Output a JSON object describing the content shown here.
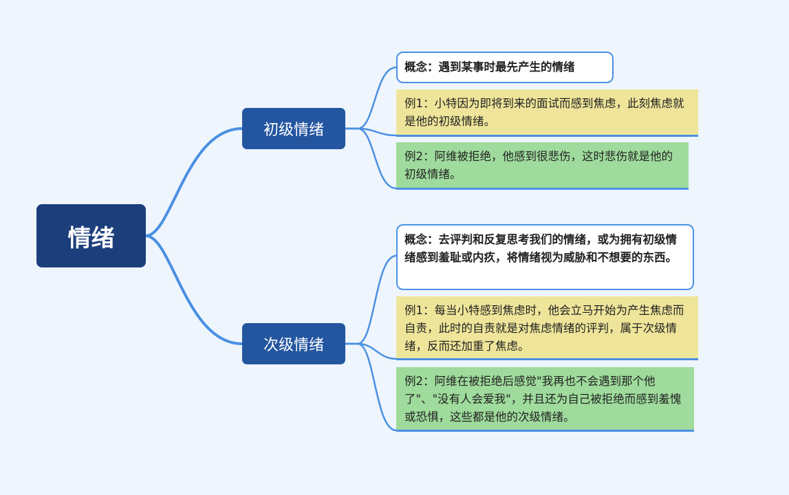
{
  "root": {
    "label": "情绪"
  },
  "branches": [
    {
      "label": "初级情绪",
      "concept": "概念：遇到某事时最先产生的情绪",
      "examples": [
        "例1：小特因为即将到来的面试而感到焦虑，此刻焦虑就是他的初级情绪。",
        "例2：阿维被拒绝，他感到很悲伤，这时悲伤就是他的初级情绪。"
      ]
    },
    {
      "label": "次级情绪",
      "concept": "概念：去评判和反复思考我们的情绪，或为拥有初级情绪感到羞耻或内疚，将情绪视为威胁和不想要的东西。",
      "examples": [
        "例1：每当小特感到焦虑时，他会立马开始为产生焦虑而自责，此时的自责就是对焦虑情绪的评判，属于次级情绪，反而还加重了焦虑。",
        "例2：阿维在被拒绝后感觉\"我再也不会遇到那个他了\"、\"没有人会爱我\"，并且还为自己被拒绝而感到羞愧或恐惧，这些都是他的次级情绪。"
      ]
    }
  ],
  "colors": {
    "background": "#eef5fd",
    "root": "#1c3f7c",
    "branch": "#2456a0",
    "link": "#4a90e2",
    "example1": "#efe59a",
    "example2": "#9fdb9c"
  }
}
